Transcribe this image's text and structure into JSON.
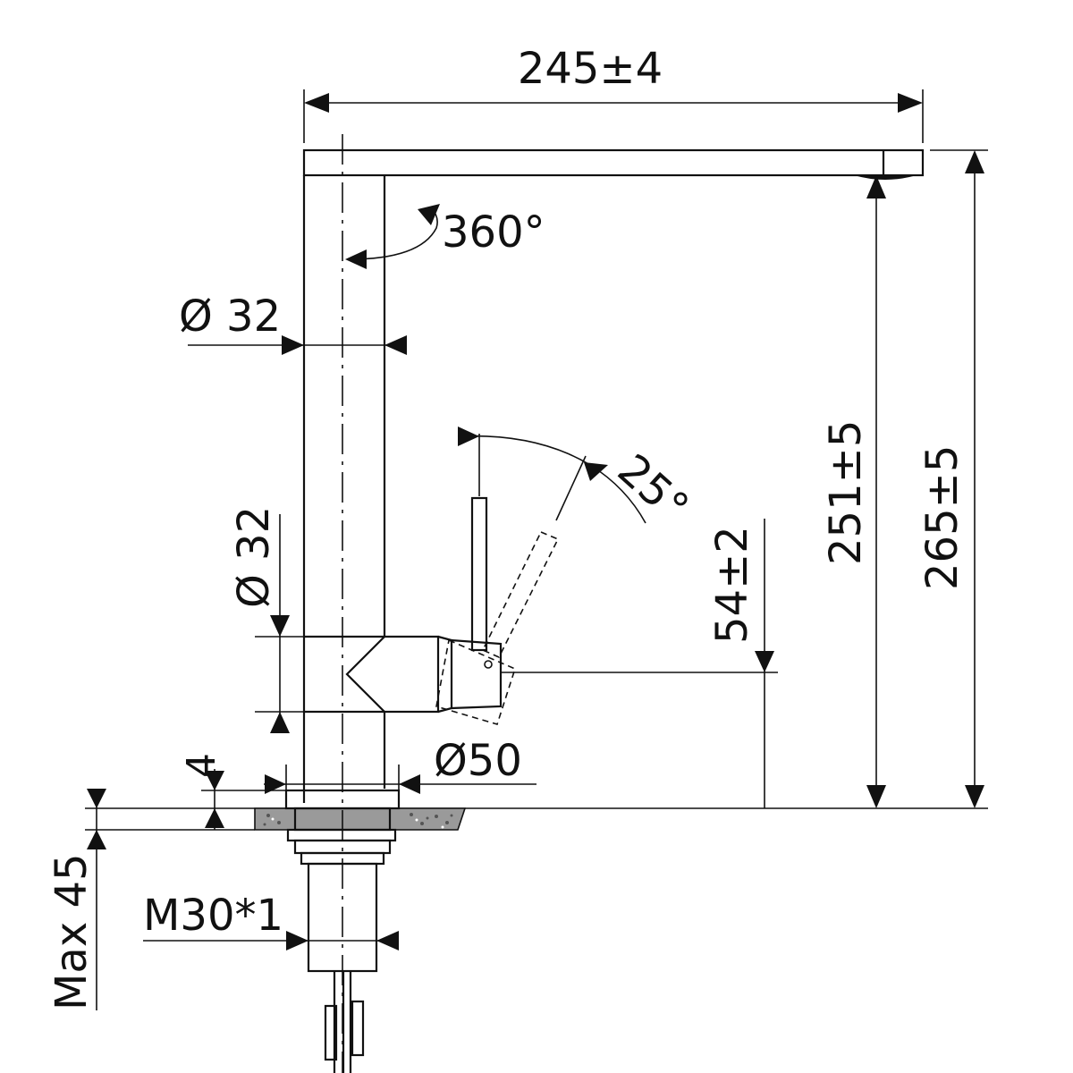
{
  "dimensions": {
    "width": "245±4",
    "spout_height": "251±5",
    "total_height": "265±5",
    "lever_height": "54±2",
    "rotation": "360°",
    "lever_angle": "25°",
    "column_diameter": "Ø 32",
    "body_diameter": "Ø 32",
    "base_diameter": "Ø50",
    "base_thickness": "4",
    "max_counter": "Max 45",
    "thread": "M30*1"
  },
  "colors": {
    "line": "#111111",
    "background": "#ffffff",
    "stone": "#9a9a9a"
  }
}
